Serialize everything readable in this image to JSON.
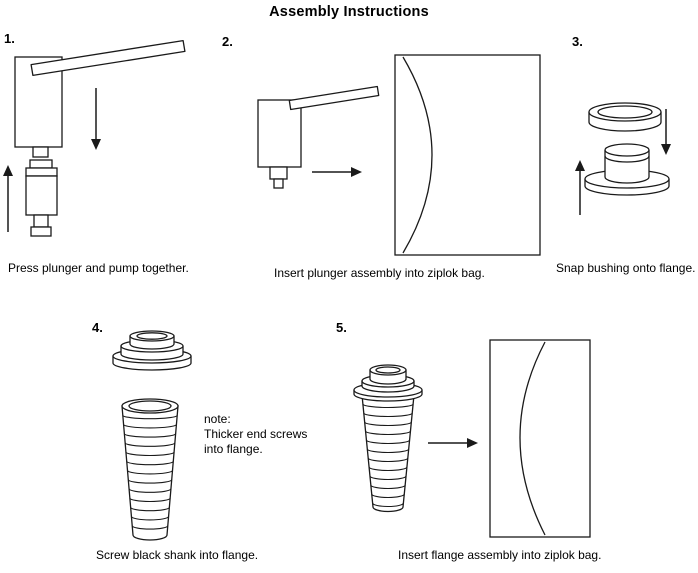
{
  "title": "Assembly Instructions",
  "steps": [
    {
      "number": "1.",
      "caption": "Press plunger and pump together."
    },
    {
      "number": "2.",
      "caption": "Insert plunger assembly into ziplok bag."
    },
    {
      "number": "3.",
      "caption": "Snap bushing onto flange."
    },
    {
      "number": "4.",
      "caption": "Screw black shank into flange.",
      "note": {
        "label": "note:",
        "line1": "Thicker end screws",
        "line2": "into flange."
      }
    },
    {
      "number": "5.",
      "caption": "Insert flange assembly into ziplok bag."
    }
  ],
  "colors": {
    "line_art": "#1a1a1a",
    "background": "#ffffff"
  }
}
